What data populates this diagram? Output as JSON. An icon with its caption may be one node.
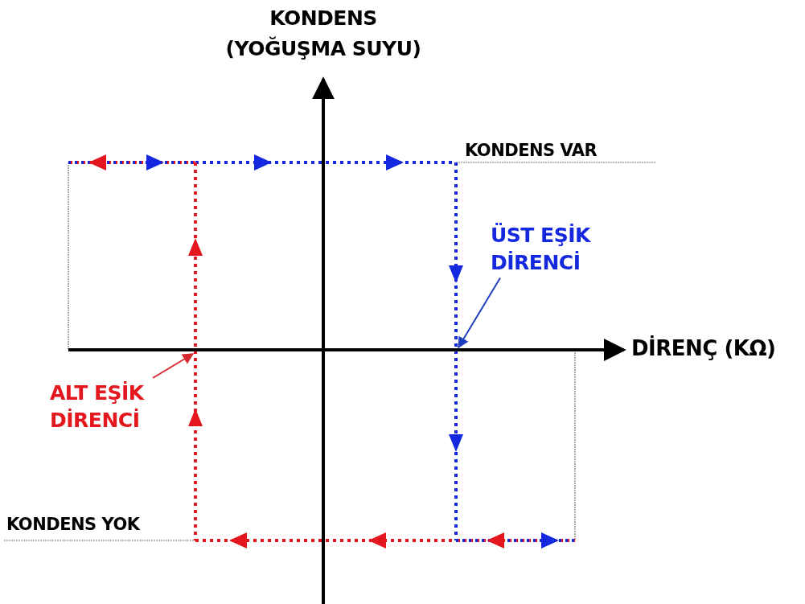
{
  "diagram": {
    "nodes": [
      {
        "text": [
          "ÜST EŞİK DİRENCİ"
        ]
      },
      {
        "text": [
          "ALT EŞİK DİRENCİ"
        ]
      }
    ],
    "edges": [
      {
        "from": 0,
        "to": null,
        "arrow": "to",
        "color": "#1f3fbf"
      },
      {
        "from": 1,
        "to": null,
        "arrow": "to",
        "color": "#d8282f"
      }
    ],
    "labels": [
      "KONDENS (YOĞUŞMA SUYU)",
      "KONDENS VAR",
      "DİRENÇ (KΩ)",
      "KONDENS YOK"
    ]
  }
}
